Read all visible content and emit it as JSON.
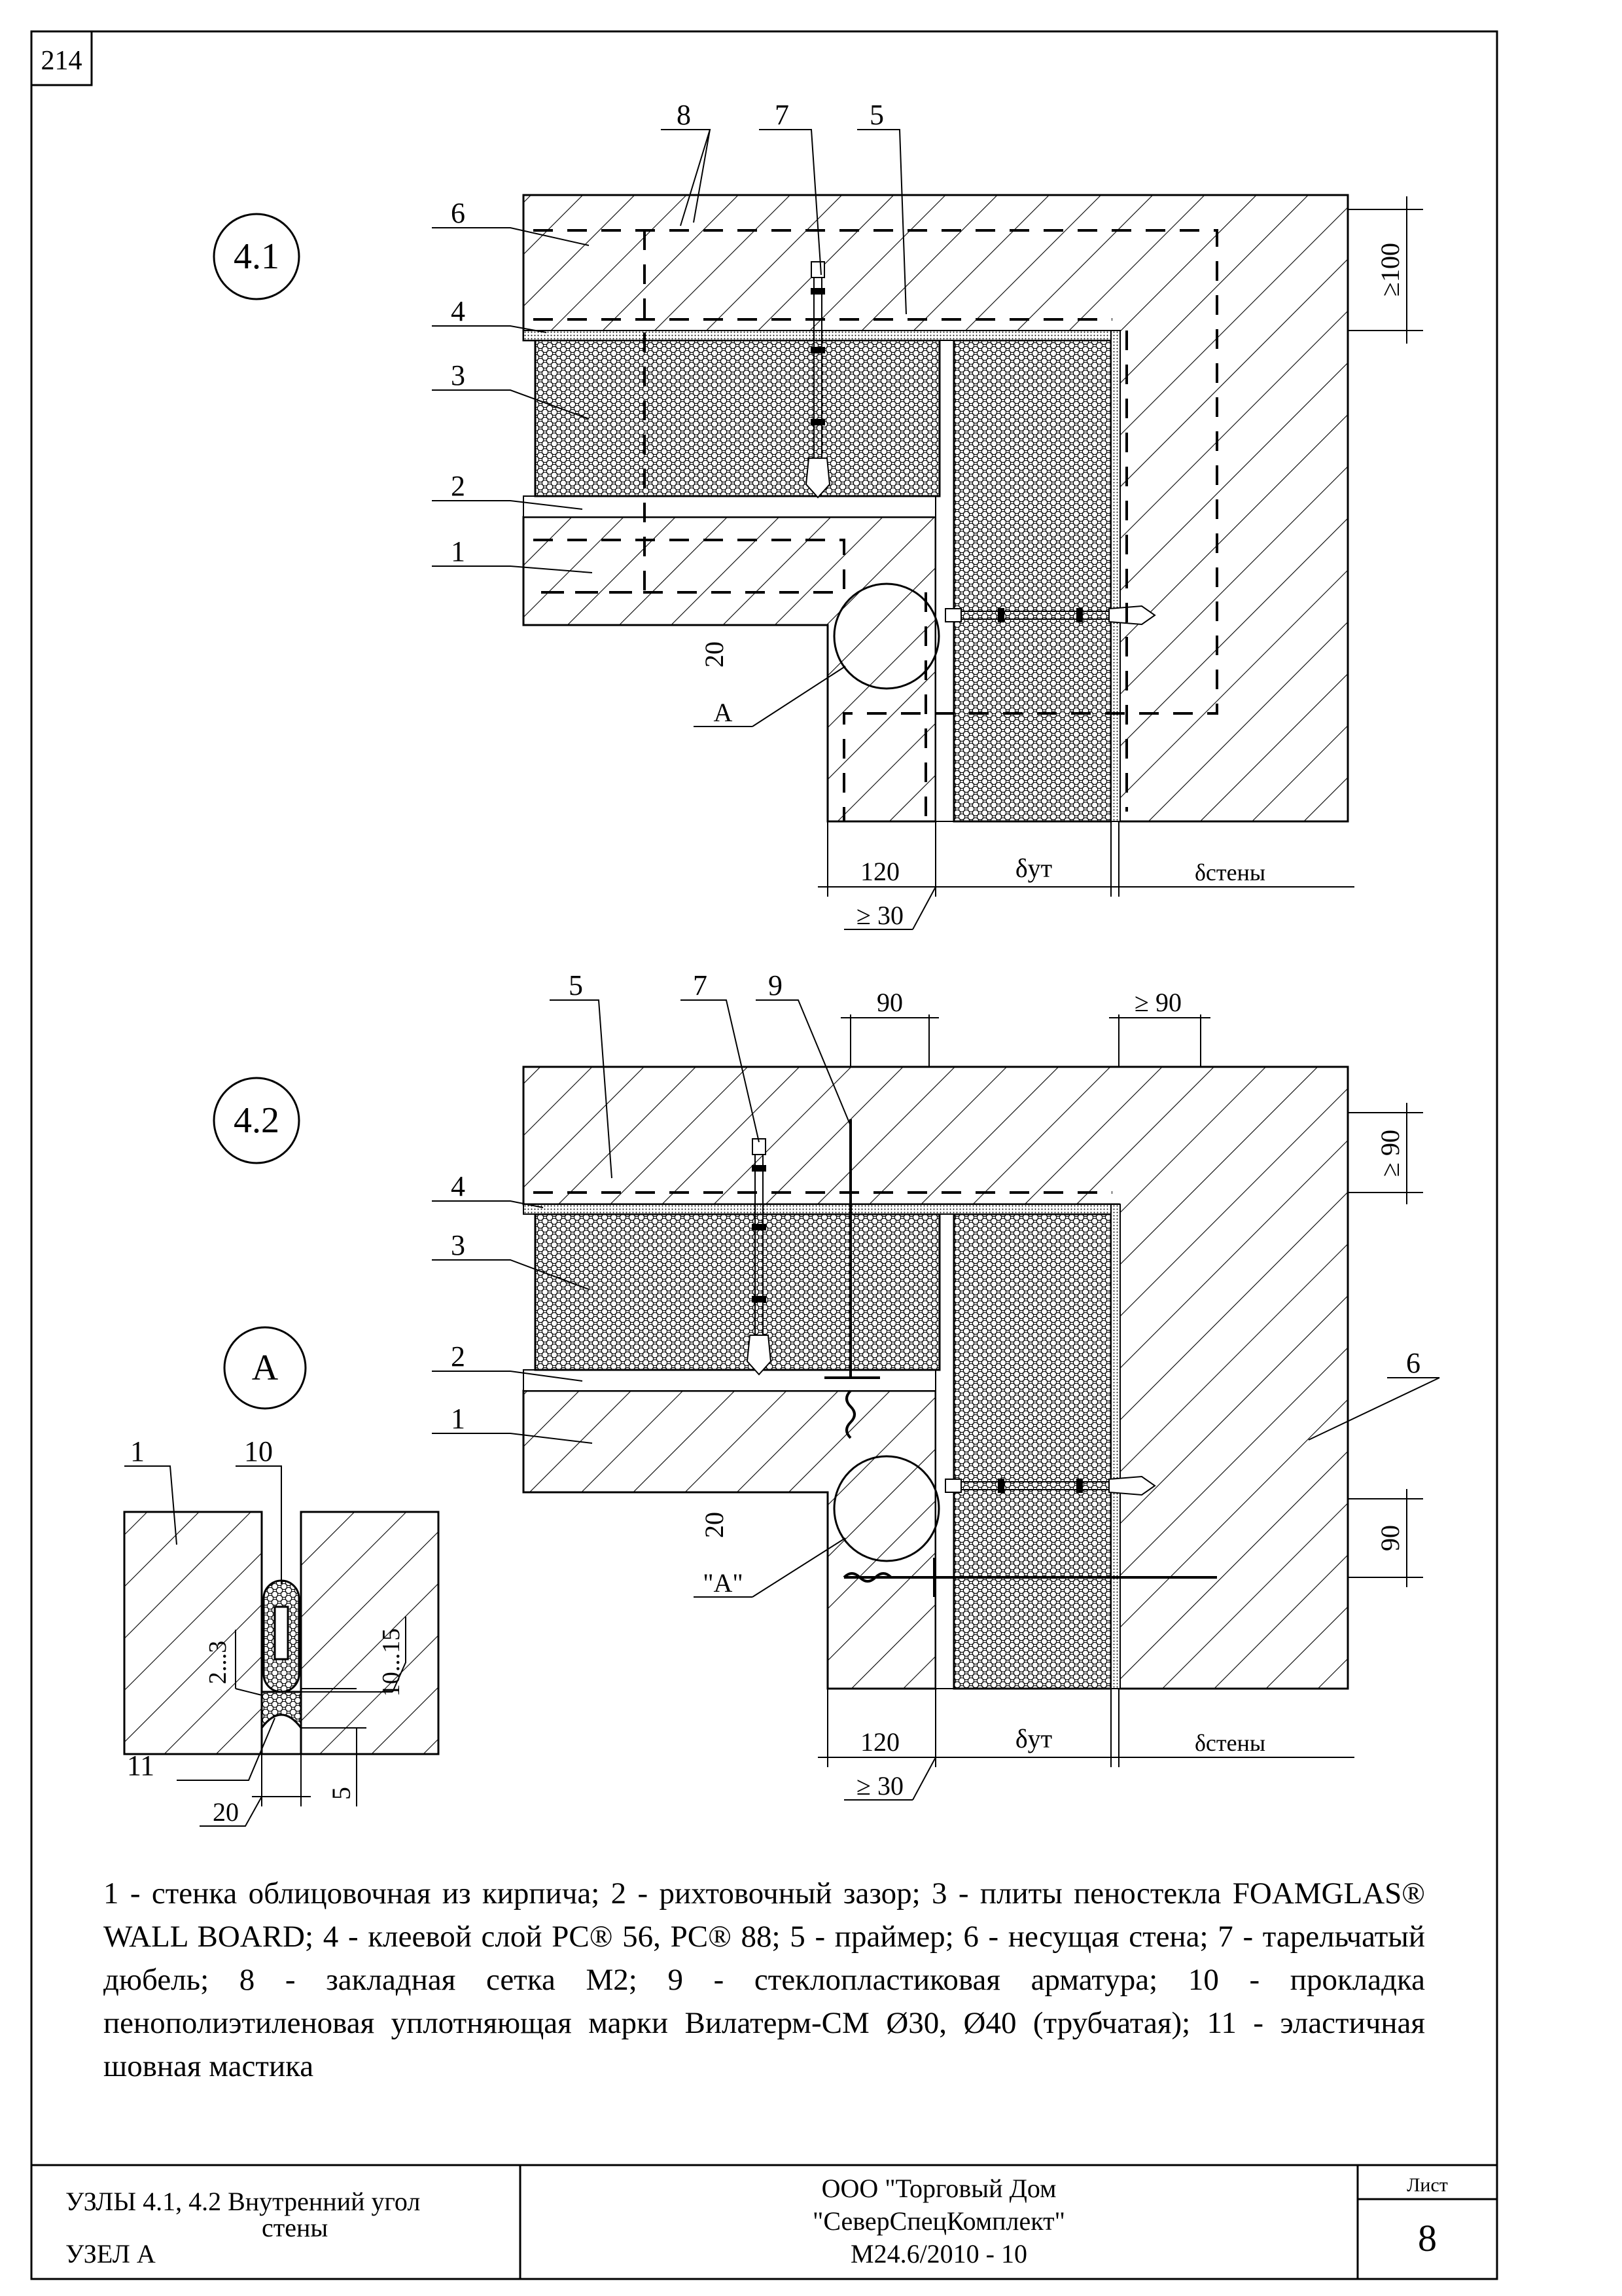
{
  "page_number": "214",
  "sheet_label": "Лист",
  "sheet_number": "8",
  "title_left_1": "УЗЛЫ 4.1, 4.2 Внутренний угол",
  "title_left_2": "стены",
  "title_left_3": "УЗЕЛ А",
  "org_line_1": "ООО \"Торговый Дом",
  "org_line_2": "\"СеверСпецКомплект\"",
  "doc_code": "М24.6/2010 - 10",
  "node_41": "4.1",
  "node_42": "4.2",
  "node_A": "A",
  "ref_A": "А",
  "ref_A_quoted": "\"А\"",
  "callouts": {
    "c1": "1",
    "c2": "2",
    "c3": "3",
    "c4": "4",
    "c5": "5",
    "c6": "6",
    "c7": "7",
    "c8": "8",
    "c9": "9",
    "c10": "10",
    "c11": "11"
  },
  "dims": {
    "d100": "≥100",
    "d20": "20",
    "d120": "120",
    "d_ut": "δут",
    "d_wall": "δстены",
    "d30": "≥ 30",
    "d90": "90",
    "d_ge90": "≥ 90",
    "d_ge90_v": "≥ 90",
    "d2_3": "2...3",
    "d10_15": "10...15",
    "d5": "5"
  },
  "legend_text": "1 - стенка облицовочная из кирпича; 2 - рихтовочный зазор; 3 - плиты пеностекла FOAMGLAS® WALL BOARD; 4 - клеевой слой PC® 56, PC® 88; 5 - праймер; 6 - несущая стена; 7 - тарельчатый дюбель; 8 - закладная сетка М2; 9 - стеклопластиковая арматура; 10 - прокладка пенополиэтиленовая уплотняющая марки Вилатерм-СМ Ø30, Ø40 (трубчатая); 11 - эластичная шовная мастика"
}
